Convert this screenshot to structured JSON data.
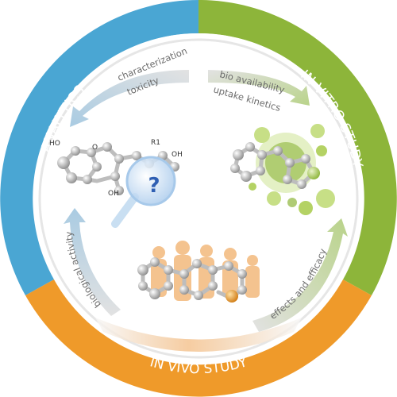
{
  "segments": {
    "analytics": {
      "label": "ANALYTICS",
      "color": "#4aa6d3"
    },
    "in_vitro": {
      "label": "IN VITRO STUDY",
      "color": "#8db53a"
    },
    "in_vivo": {
      "label": "IN VIVO STUDY",
      "color": "#ef9a2a"
    }
  },
  "arrows": {
    "top_left": [
      "characterization",
      "toxicity"
    ],
    "top_right": [
      "bio availability",
      "uptake kinetics"
    ],
    "bottom_left": "biological activity",
    "bottom_right": "effects and efficacy"
  },
  "molecule_labels": {
    "ho": "HO",
    "o": "O",
    "r1": "R1",
    "oh_right": "OH",
    "oh_bottom": "OH"
  },
  "magnifier_mark": "?",
  "icons": [
    "magnifying-glass-icon",
    "people-silhouette-icon",
    "cell-bubbles-icon"
  ]
}
